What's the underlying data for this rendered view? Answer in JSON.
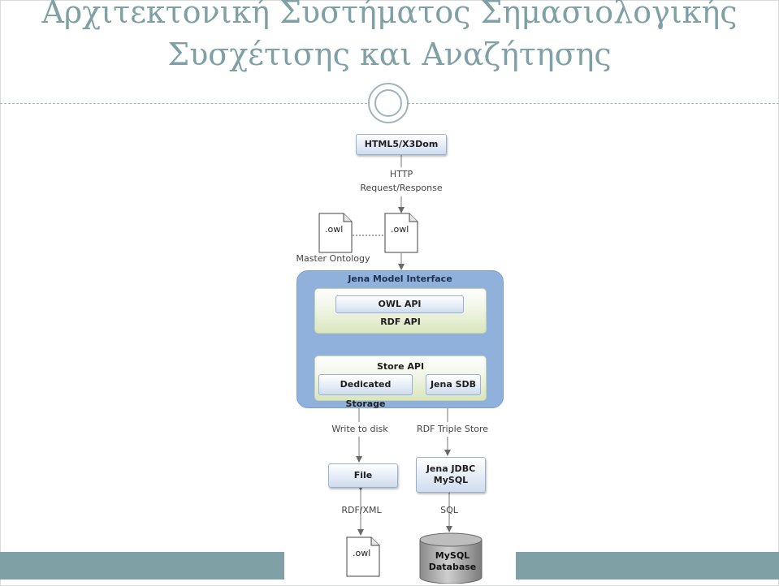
{
  "slide": {
    "title_line1": "Αρχιτεκτονική Συστήματος Σημασιολογικής",
    "title_line2": "Συσχέτισης και Αναζήτησης"
  },
  "diagram": {
    "client_box": "HTML5/X3Dom",
    "http_label_1": "HTTP",
    "http_label_2": "Request/Response",
    "owl_doc_left": ".owl",
    "owl_doc_right": ".owl",
    "master_ontology_label": "Master Ontology",
    "jena_model_interface": "Jena Model Interface",
    "owl_api": "OWL API",
    "rdf_api": "RDF API",
    "store_api": "Store API",
    "dedicated_storage": "Dedicated Storage",
    "jena_sdb": "Jena SDB",
    "write_to_disk_label": "Write to disk",
    "rdf_triple_store_label": "RDF Triple Store",
    "file_box": "File",
    "jena_jdbc_line1": "Jena JDBC",
    "jena_jdbc_line2": "MySQL",
    "rdf_xml_label": "RDF/XML",
    "sql_label": "SQL",
    "owl_doc_bottom": ".owl",
    "mysql_db_line1": "MySQL",
    "mysql_db_line2": "Database"
  },
  "colors": {
    "title": "#7fa1a5",
    "accent_bar": "#7fa1a5",
    "jena_container": "#8fb1db",
    "db_cylinder": "#9a9a9a"
  }
}
